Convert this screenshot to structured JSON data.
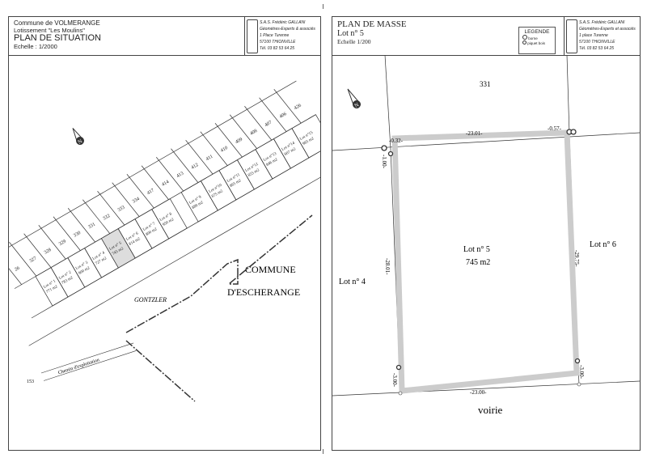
{
  "left_sheet": {
    "commune": "Commune de VOLMERANGE",
    "lotissement": "Lotissement \"Les Moulins\"",
    "title": "PLAN DE SITUATION",
    "scale": "Echelle : 1/2000",
    "firm": {
      "name": "S.A.S. Frédéric GALLANI",
      "subtitle": "Géomètres-Experts & associés",
      "address1": "1 Place Turenne",
      "address2": "57100 THIONVILLE",
      "phone": "Tél. 03 82 53 64 25"
    },
    "north": "N",
    "lots": [
      {
        "label": "Lot n° 1",
        "area": "771 m2"
      },
      {
        "label": "Lot n° 2",
        "area": "783 m2"
      },
      {
        "label": "Lot n° 3",
        "area": "900 m2"
      },
      {
        "label": "Lot n° 4",
        "area": "727 m2"
      },
      {
        "label": "Lot n° 5",
        "area": "745 m2"
      },
      {
        "label": "Lot n° 6",
        "area": "814 m2"
      },
      {
        "label": "Lot n° 7",
        "area": "800 m2"
      },
      {
        "label": "Lot n° 8",
        "area": "950 m2"
      },
      {
        "label": "Lot n° 9",
        "area": "888 m2"
      },
      {
        "label": "Lot n°10",
        "area": "875 m2"
      },
      {
        "label": "Lot n°11",
        "area": "865 m2"
      },
      {
        "label": "Lot n°12",
        "area": "855 m2"
      },
      {
        "label": "Lot n°13",
        "area": "846 m2"
      },
      {
        "label": "Lot n°14",
        "area": "807 m2"
      },
      {
        "label": "Lot n°15",
        "area": "965 m2"
      }
    ],
    "parcels": [
      "26",
      "327",
      "328",
      "329",
      "330",
      "331",
      "332",
      "333",
      "334",
      "417",
      "414",
      "413",
      "412",
      "411",
      "410",
      "409",
      "408",
      "407",
      "406",
      "426"
    ],
    "street": "GONTZLER",
    "path": "Chemin d'exploitation",
    "path_num": "153",
    "neighbor_line1": "COMMUNE",
    "neighbor_line2": "D'ESCHERANGE"
  },
  "right_sheet": {
    "title": "PLAN DE MASSE",
    "lot": "Lot n° 5",
    "scale": "Echelle 1/200",
    "legend": {
      "title": "LEGENDE",
      "items": [
        "borne",
        "piquet bois"
      ]
    },
    "firm": {
      "name": "S.A.S. Frédéric GALLANI",
      "subtitle": "Géomètres-Experts et associés",
      "address1": "1 place Turenne",
      "address2": "57100 THIONVILLE",
      "phone": "Tél. 03 82 53 64 25"
    },
    "north": "N",
    "parcel_top": "331",
    "lot_label": "Lot n° 5",
    "lot_area": "745 m2",
    "left_neighbor": "Lot n° 4",
    "right_neighbor": "Lot n° 6",
    "road": "voirie",
    "dimensions": {
      "top_left_offset": "-0.32-",
      "top": "-23.01-",
      "top_right_offset": "-0.57-",
      "left_offset": "-1.00-",
      "left": "-28.01-",
      "right": "-29.75-",
      "bottom_left": "-3.00-",
      "bottom": "-23.00-",
      "bottom_right": "-3.00-"
    }
  }
}
